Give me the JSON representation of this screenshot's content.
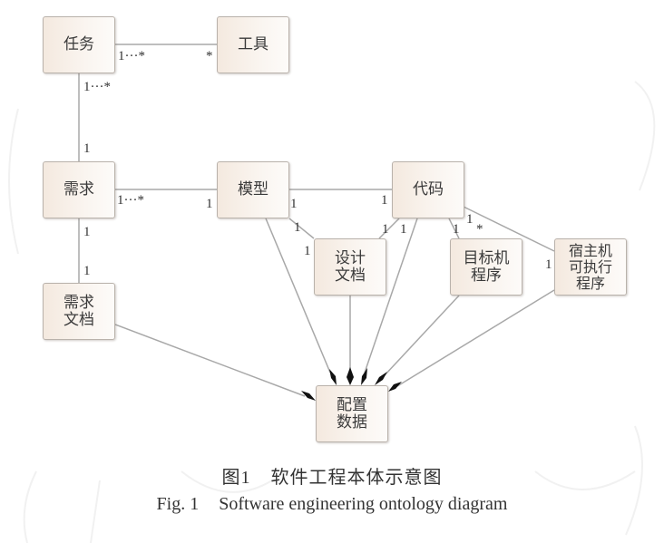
{
  "nodes": {
    "task": "任务",
    "tool": "工具",
    "requirement": "需求",
    "model": "模型",
    "code": "代码",
    "requirement_doc": "需求\n文档",
    "design_doc": "设计\n文档",
    "target_program": "目标机\n程序",
    "host_executable": "宿主机\n可执行\n程序",
    "config_data": "配置\n数据"
  },
  "multiplicities": {
    "task_tool_task_end": "1···*",
    "task_tool_tool_end": "*",
    "task_req_task_end": "1···*",
    "task_req_req_end": "1",
    "req_model_req_end": "1···*",
    "req_model_model_end": "1",
    "req_reqdoc_req_end": "1",
    "req_reqdoc_doc_end": "1",
    "model_code_model_end": "1",
    "model_code_code_end": "1",
    "model_design_model_end": "1",
    "model_design_design_end": "1",
    "code_design_code_end": "1",
    "code_config_code_end": "1",
    "code_target_code_end": "1",
    "code_host_code_end": "1",
    "code_host_star": "*",
    "code_host_host_end": "1"
  },
  "caption": {
    "cn_label": "图1",
    "cn_title": "软件工程本体示意图",
    "en_label": "Fig. 1",
    "en_title": "Software engineering ontology diagram"
  },
  "colors": {
    "line": "#a8a8a8",
    "diamond": "#111111",
    "node_border": "#b9b2ab"
  }
}
